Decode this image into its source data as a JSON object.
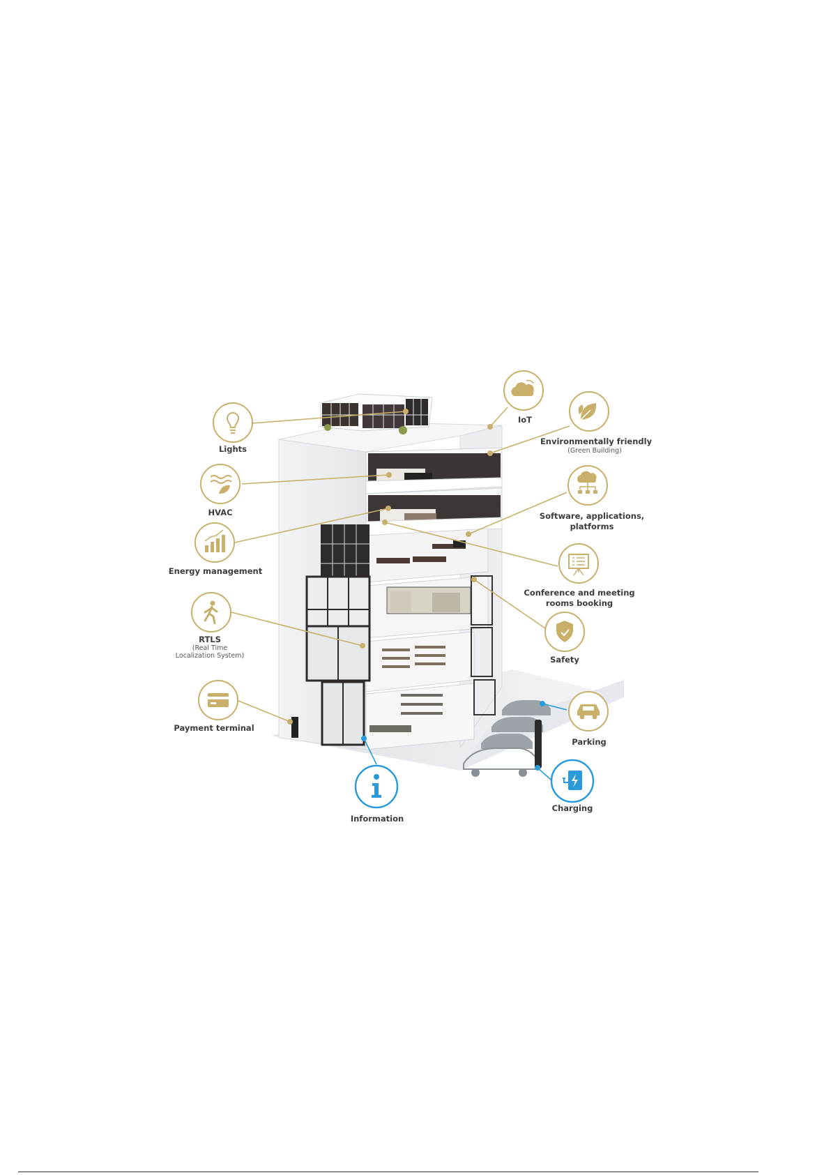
{
  "diagram": {
    "accent_color": "#c8b06a",
    "info_color": "#2a9bd8",
    "features": [
      {
        "id": "lights",
        "label": "Lights",
        "icon": "lightbulb-icon"
      },
      {
        "id": "hvac",
        "label": "HVAC",
        "icon": "hvac-airflow-icon"
      },
      {
        "id": "energy",
        "label": "Energy management",
        "icon": "energy-bars-icon"
      },
      {
        "id": "rtls",
        "label": "RTLS",
        "sub": [
          "(Real Time",
          "Localization System)"
        ],
        "icon": "walking-person-icon"
      },
      {
        "id": "payment",
        "label": "Payment terminal",
        "icon": "credit-card-icon"
      },
      {
        "id": "information",
        "label": "Information",
        "icon": "info-icon"
      },
      {
        "id": "iot",
        "label": "IoT",
        "icon": "cloud-icon"
      },
      {
        "id": "green",
        "label": "Environmentally friendly",
        "sub": [
          "(Green Building)"
        ],
        "icon": "leaf-icon"
      },
      {
        "id": "software",
        "label_lines": [
          "Software, applications,",
          "platforms"
        ],
        "icon": "cloud-network-icon"
      },
      {
        "id": "conference",
        "label_lines": [
          "Conference and meeting",
          "rooms booking"
        ],
        "icon": "presentation-board-icon"
      },
      {
        "id": "safety",
        "label": "Safety",
        "icon": "shield-check-icon"
      },
      {
        "id": "parking",
        "label": "Parking",
        "icon": "car-icon"
      },
      {
        "id": "charging",
        "label": "Charging",
        "icon": "ev-charging-icon"
      }
    ]
  }
}
